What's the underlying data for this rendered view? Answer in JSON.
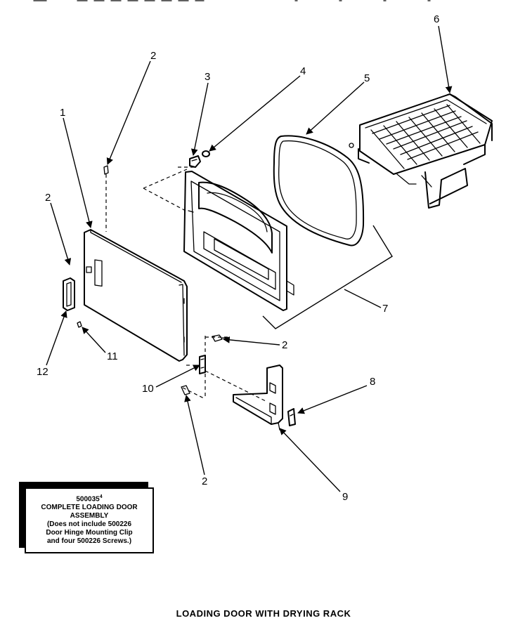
{
  "callouts": {
    "c1": "1",
    "c2a": "2",
    "c2b": "2",
    "c2c": "2",
    "c2d": "2",
    "c3": "3",
    "c4": "4",
    "c5": "5",
    "c6": "6",
    "c7": "7",
    "c8": "8",
    "c9": "9",
    "c10": "10",
    "c11": "11",
    "c12": "12"
  },
  "kit_note": {
    "part_number": "500035",
    "part_number_mark": "4",
    "title_line1": "COMPLETE LOADING DOOR",
    "title_line2": "ASSEMBLY",
    "note_line1": "(Does not include 500226",
    "note_line2": "Door Hinge Mounting Clip",
    "note_line3": "and four 500226 Screws.)"
  },
  "caption": "LOADING DOOR WITH DRYING RACK"
}
